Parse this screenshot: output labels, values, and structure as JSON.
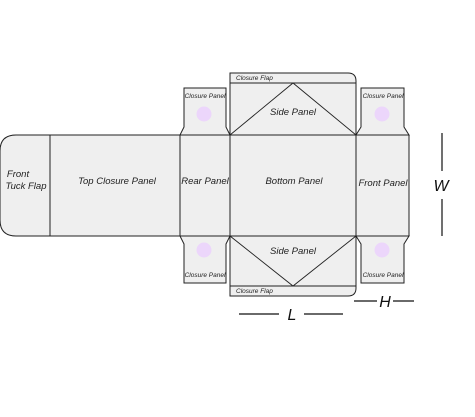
{
  "labels": {
    "front_tuck_flap_line1": "Front",
    "front_tuck_flap_line2": "Tuck Flap",
    "top_closure_panel": "Top Closure Panel",
    "rear_panel": "Rear Panel",
    "bottom_panel": "Bottom Panel",
    "front_panel": "Front Panel",
    "side_panel_top": "Side Panel",
    "side_panel_bottom": "Side Panel",
    "closure_flap_top": "Closure Flap",
    "closure_flap_bottom": "Closure Flap",
    "closure_panel_top_left": "Closure Panel",
    "closure_panel_top_right": "Closure Panel",
    "closure_panel_bottom_left": "Closure Panel",
    "closure_panel_bottom_right": "Closure Panel"
  },
  "dimensions": {
    "length": "L",
    "height": "H",
    "width": "W"
  },
  "colors": {
    "panel_fill": "#efefef",
    "outline": "#222222",
    "glue_dot": "#ecd6fb"
  }
}
